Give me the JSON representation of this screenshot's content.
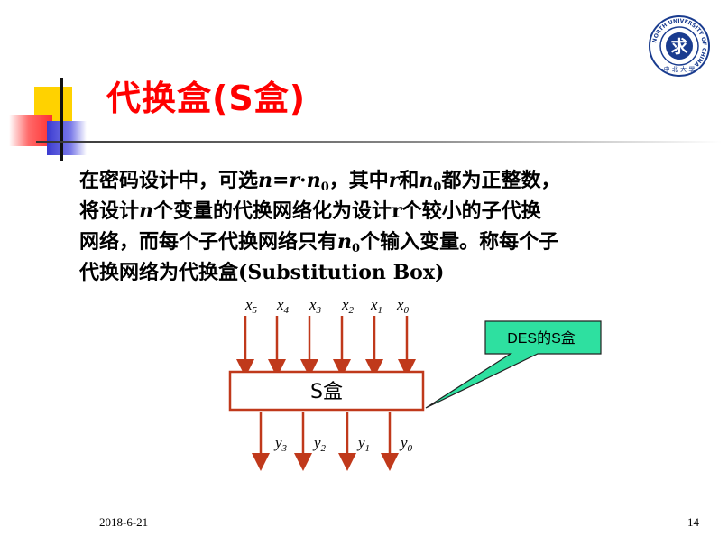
{
  "slide": {
    "title": "代换盒(S盒)",
    "paragraph": {
      "line1_a": "在密码设计中，可选",
      "line1_n": "n",
      "line1_eq": "=",
      "line1_r": "r",
      "line1_dot": "·",
      "line1_n2": "n",
      "line1_sub0": "0",
      "line1_b": "，其中",
      "line1_r2": "r",
      "line1_c": "和",
      "line1_n3": "n",
      "line1_sub1": "0",
      "line1_d": "都为正整数，",
      "line2_a": "将设计",
      "line2_n": "n",
      "line2_b": "个变量的代换网络化为设计r个较小的子代换",
      "line3_a": "网络，而每个子代换网络只有",
      "line3_n": "n",
      "line3_sub": "0",
      "line3_b": "个输入变量。称每个子",
      "line4": "代换网络为代换盒(Substitution Box)"
    },
    "diagram": {
      "box_label": "S盒",
      "callout": "DES的S盒",
      "inputs": [
        {
          "var": "x",
          "sub": "5"
        },
        {
          "var": "x",
          "sub": "4"
        },
        {
          "var": "x",
          "sub": "3"
        },
        {
          "var": "x",
          "sub": "2"
        },
        {
          "var": "x",
          "sub": "1"
        },
        {
          "var": "x",
          "sub": "0"
        }
      ],
      "outputs": [
        {
          "var": "y",
          "sub": "3"
        },
        {
          "var": "y",
          "sub": "2"
        },
        {
          "var": "y",
          "sub": "1"
        },
        {
          "var": "y",
          "sub": "0"
        }
      ]
    },
    "logo": {
      "ring_text": "NORTH UNIVERSITY OF CHINA",
      "center_glyph": "求",
      "bottom_text": "中 北 大 學"
    },
    "date": "2018-6-21",
    "page_number": "14",
    "colors": {
      "title": "#ff0000",
      "box_border": "#c0391b",
      "arrow": "#c0391b",
      "callout_fill": "#2ee0a0",
      "logo_blue": "#1a3c8f"
    }
  }
}
